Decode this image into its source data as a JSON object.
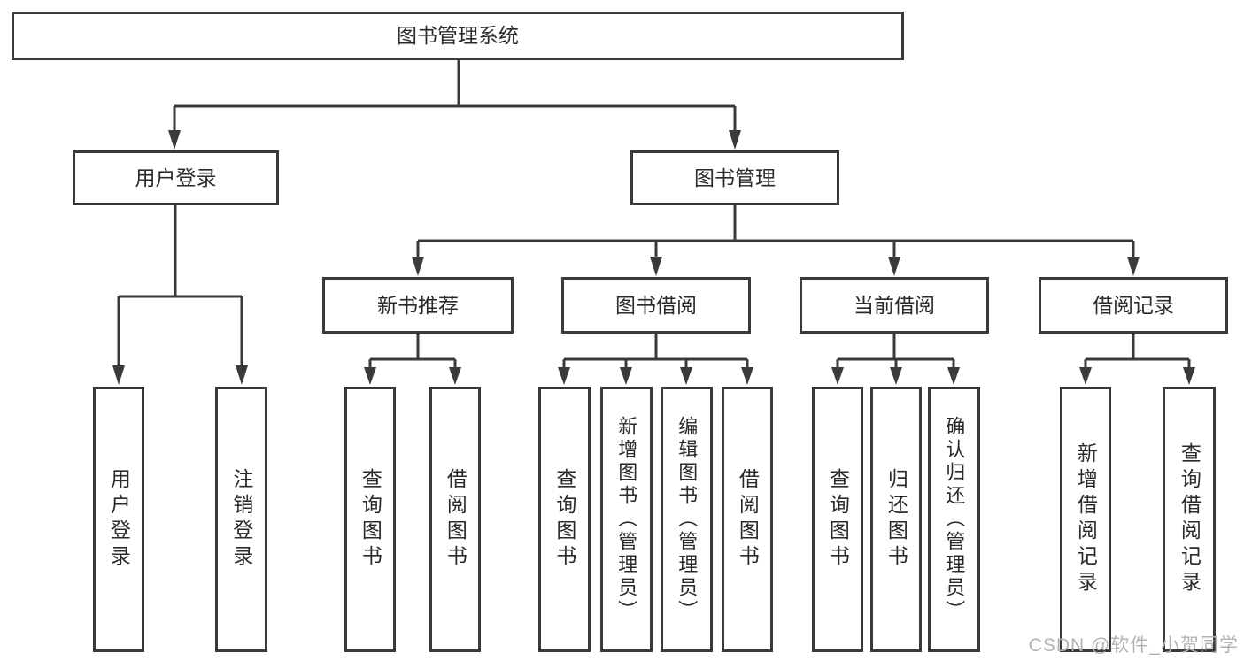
{
  "diagram": {
    "root": {
      "label": "图书管理系统"
    },
    "branches": [
      {
        "label": "用户登录",
        "children": [
          {
            "label": "用户登录"
          },
          {
            "label": "注销登录"
          }
        ]
      },
      {
        "label": "图书管理",
        "children": [
          {
            "label": "新书推荐",
            "children": [
              {
                "label": "查询图书"
              },
              {
                "label": "借阅图书"
              }
            ]
          },
          {
            "label": "图书借阅",
            "children": [
              {
                "label": "查询图书"
              },
              {
                "label": "新增图书（管理员）"
              },
              {
                "label": "编辑图书（管理员）"
              },
              {
                "label": "借阅图书"
              }
            ]
          },
          {
            "label": "当前借阅",
            "children": [
              {
                "label": "查询图书"
              },
              {
                "label": "归还图书"
              },
              {
                "label": "确认归还（管理员）"
              }
            ]
          },
          {
            "label": "借阅记录",
            "children": [
              {
                "label": "新增借阅记录"
              },
              {
                "label": "查询借阅记录"
              }
            ]
          }
        ]
      }
    ],
    "colors": {
      "line": "#3a3a3a",
      "text": "#2b2b2b",
      "background": "#ffffff",
      "watermark": "#b3b3b3"
    }
  },
  "watermark": {
    "text": "CSDN @软件_小贺同学"
  }
}
